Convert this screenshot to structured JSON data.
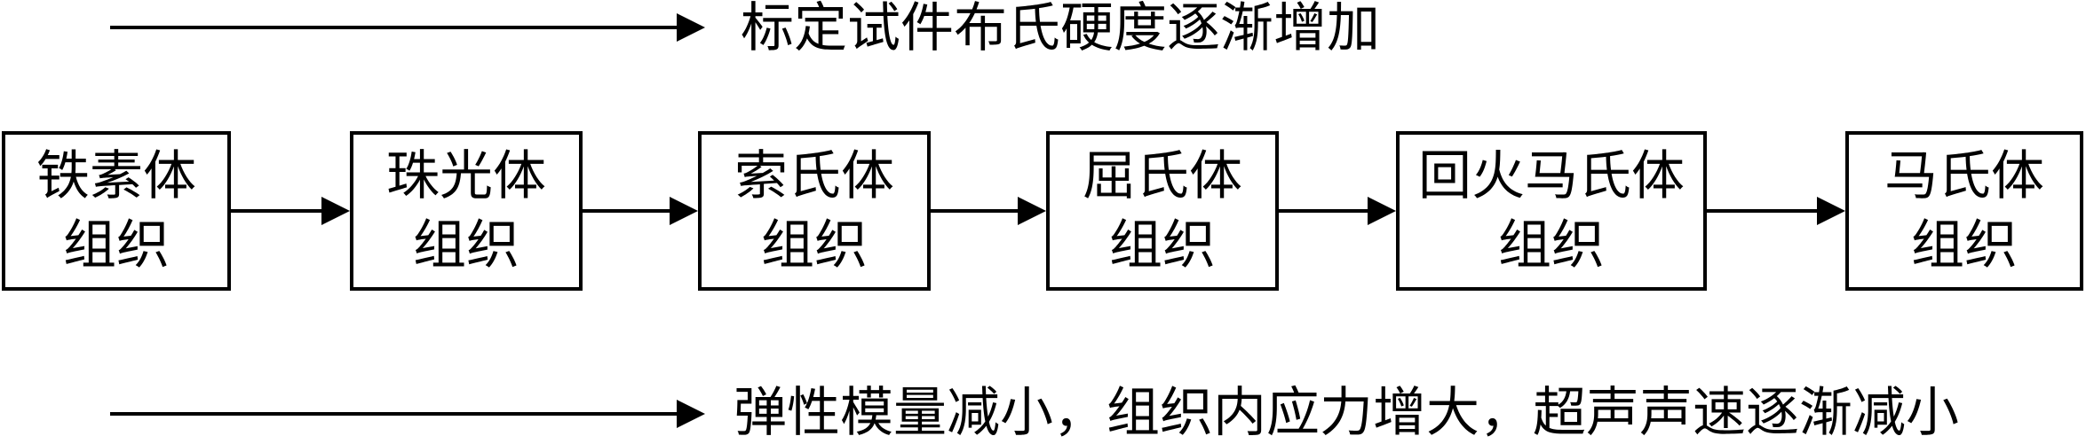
{
  "top_caption": "标定试件布氏硬度逐渐增加",
  "bottom_caption": "弹性模量减小，组织内应力增大，超声声速逐渐减小",
  "nodes": [
    {
      "line1": "铁素体",
      "line2": "组织"
    },
    {
      "line1": "珠光体",
      "line2": "组织"
    },
    {
      "line1": "索氏体",
      "line2": "组织"
    },
    {
      "line1": "屈氏体",
      "line2": "组织"
    },
    {
      "line1": "回火马氏体",
      "line2": "组织"
    },
    {
      "line1": "马氏体",
      "line2": "组织"
    }
  ]
}
